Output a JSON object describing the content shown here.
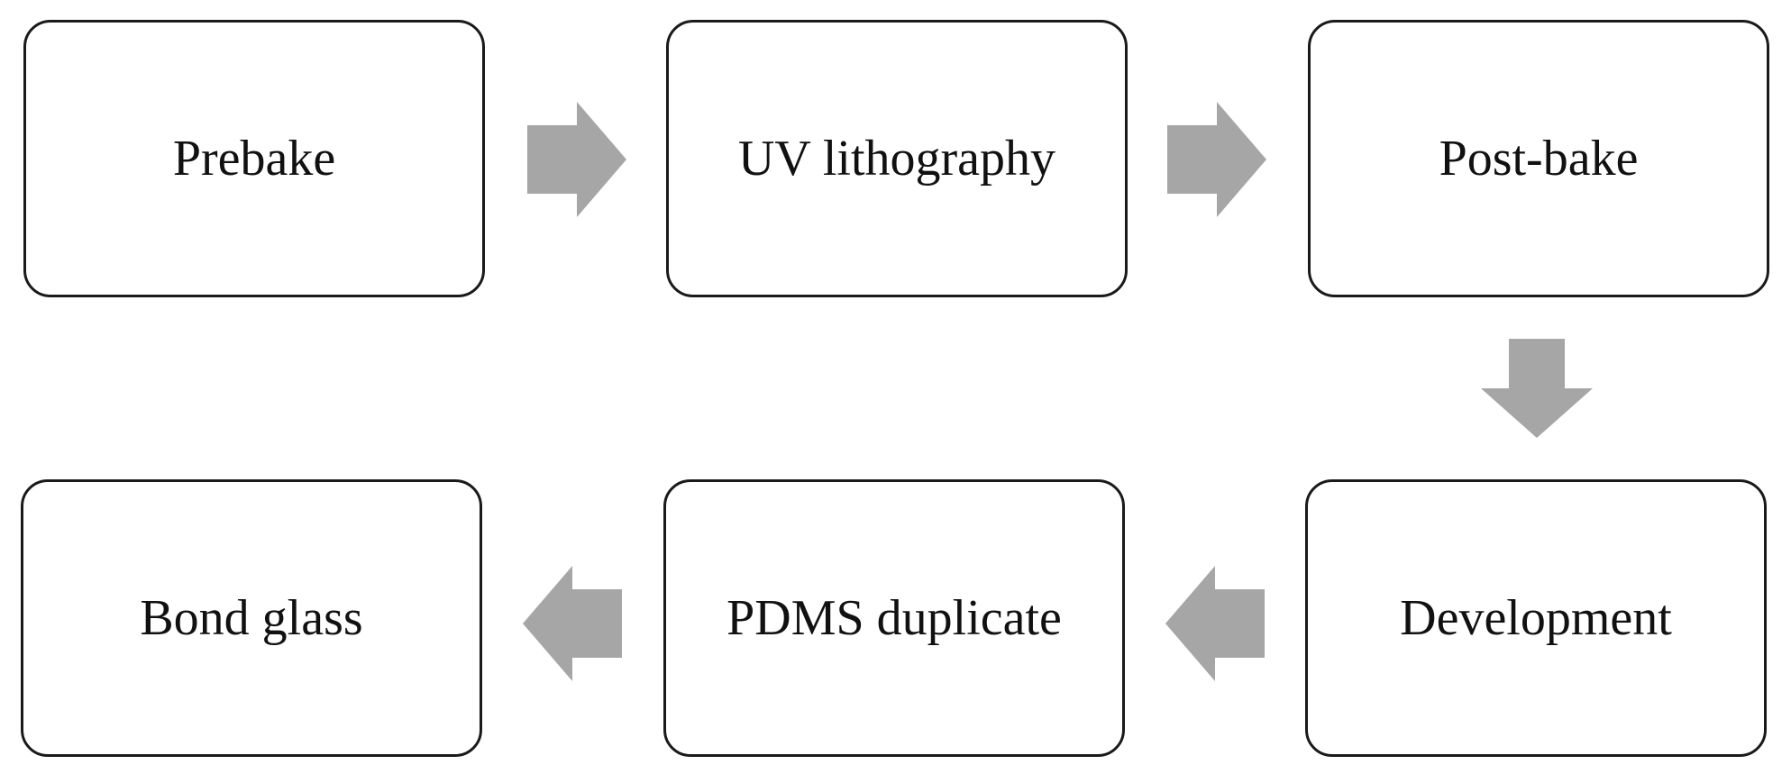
{
  "colors": {
    "box_border": "#1a1a1a",
    "box_fill": "#ffffff",
    "arrow_fill": "#a6a6a6",
    "text": "#111111"
  },
  "steps": [
    {
      "label": "Prebake"
    },
    {
      "label": "UV lithography"
    },
    {
      "label": "Post-bake"
    },
    {
      "label": "Development"
    },
    {
      "label": "PDMS duplicate"
    },
    {
      "label": "Bond glass"
    }
  ],
  "arrows": [
    {
      "from": "Prebake",
      "to": "UV lithography",
      "direction": "right"
    },
    {
      "from": "UV lithography",
      "to": "Post-bake",
      "direction": "right"
    },
    {
      "from": "Post-bake",
      "to": "Development",
      "direction": "down"
    },
    {
      "from": "Development",
      "to": "PDMS duplicate",
      "direction": "left"
    },
    {
      "from": "PDMS duplicate",
      "to": "Bond glass",
      "direction": "left"
    }
  ]
}
